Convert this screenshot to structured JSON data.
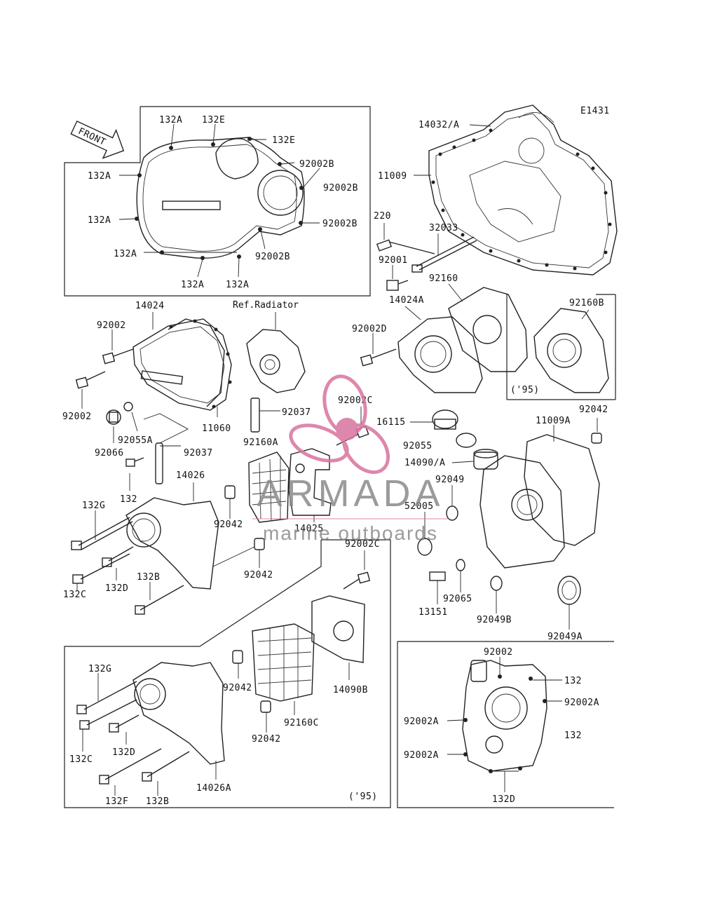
{
  "diagram_code": "E1431",
  "front_arrow": "FRONT",
  "ref_note": "Ref.Radiator",
  "year_note_1": "('95)",
  "year_note_2": "('95)",
  "watermark": {
    "brand": "ARMADA",
    "tagline": "marine outboards",
    "logo_color": "#d9739f",
    "text_color": "#8a8a8a"
  },
  "labels": {
    "l_132A_1": "132A",
    "l_132E_1": "132E",
    "l_132E_2": "132E",
    "l_132A_2": "132A",
    "l_92002B_1": "92002B",
    "l_92002B_2": "92002B",
    "l_132A_3": "132A",
    "l_92002B_3": "92002B",
    "l_132A_4": "132A",
    "l_92002B_4": "92002B",
    "l_132A_5": "132A",
    "l_132A_6": "132A",
    "l_14032A": "14032/A",
    "l_11009": "11009",
    "l_220": "220",
    "l_32033": "32033",
    "l_92001": "92001",
    "l_92160": "92160",
    "l_92160B": "92160B",
    "l_14024": "14024",
    "l_92002_1": "92002",
    "l_92002_2": "92002",
    "l_92066": "92066",
    "l_92055A": "92055A",
    "l_11060": "11060",
    "l_92037_1": "92037",
    "l_92037_2": "92037",
    "l_14024A": "14024A",
    "l_92002D": "92002D",
    "l_92002C_1": "92002C",
    "l_16115": "16115",
    "l_92042_1": "92042",
    "l_11009A": "11009A",
    "l_92160A": "92160A",
    "l_92055": "92055",
    "l_14090A": "14090/A",
    "l_132": "132",
    "l_14026": "14026",
    "l_132G_1": "132G",
    "l_92049": "92049",
    "l_92042_2": "92042",
    "l_14025": "14025",
    "l_52005": "52005",
    "l_132C_1": "132C",
    "l_132D_1": "132D",
    "l_92042_3": "92042",
    "l_92002C_2": "92002C",
    "l_132B_1": "132B",
    "l_92065": "92065",
    "l_13151": "13151",
    "l_92049B": "92049B",
    "l_92049A": "92049A",
    "l_14090B": "14090B",
    "l_132G_2": "132G",
    "l_92042_4": "92042",
    "l_92160C": "92160C",
    "l_92042_5": "92042",
    "l_132C_2": "132C",
    "l_132D_2": "132D",
    "l_132F": "132F",
    "l_132B_2": "132B",
    "l_14026A": "14026A",
    "l_92002_3": "92002",
    "l_132_2": "132",
    "l_92002A_1": "92002A",
    "l_92002A_2": "92002A",
    "l_132_3": "132",
    "l_92002A_3": "92002A",
    "l_132D_3": "132D"
  }
}
